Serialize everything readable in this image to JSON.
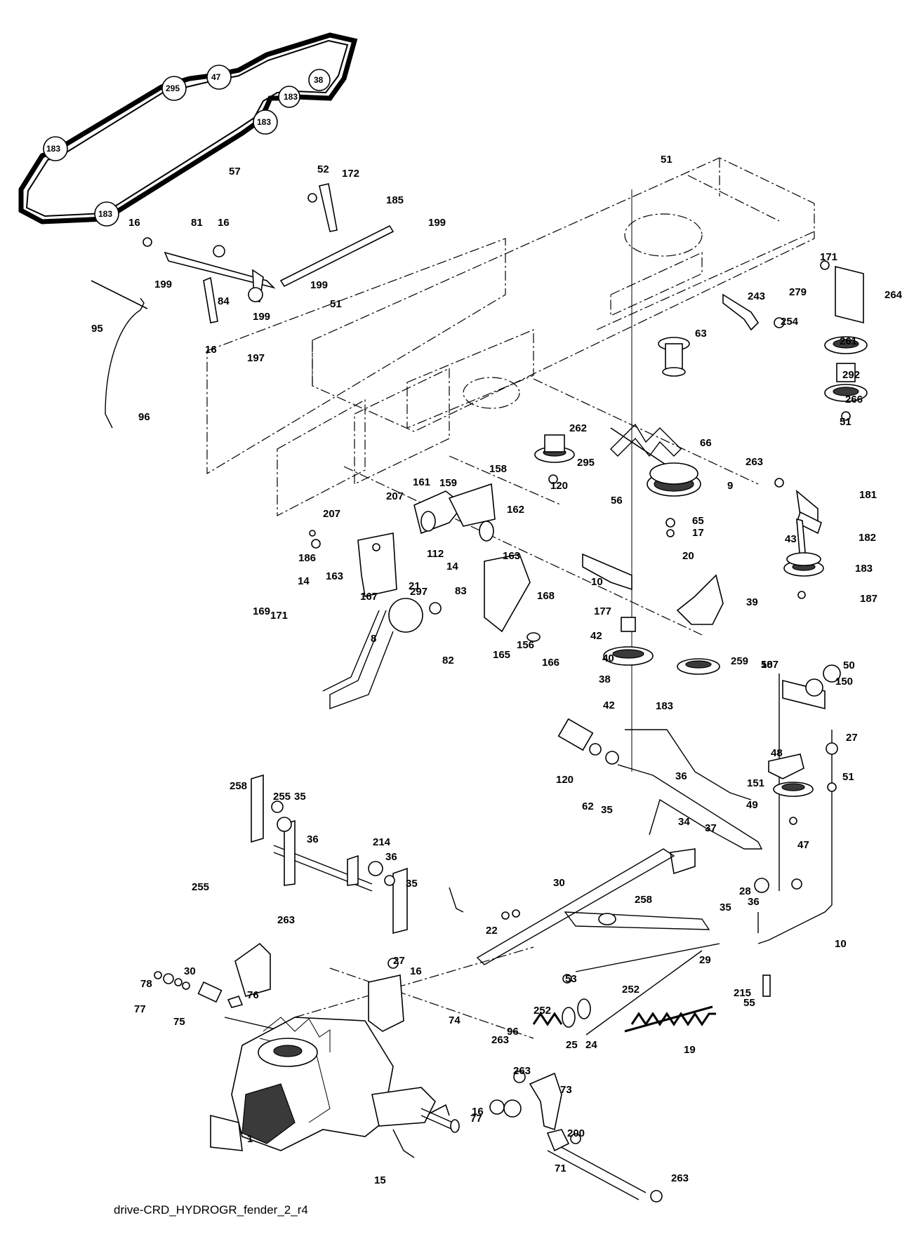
{
  "caption": "drive-CRD_HYDROGR_fender_2_r4",
  "belt_labels": [
    "183",
    "295",
    "47",
    "38",
    "183",
    "183",
    "183"
  ],
  "part_labels": [
    "57",
    "52",
    "172",
    "185",
    "199",
    "16",
    "81",
    "16",
    "199",
    "199",
    "51",
    "84",
    "199",
    "16",
    "197",
    "95",
    "96",
    "51",
    "171",
    "279",
    "264",
    "243",
    "254",
    "63",
    "261",
    "292",
    "266",
    "51",
    "262",
    "66",
    "295",
    "120",
    "56",
    "263",
    "9",
    "181",
    "65",
    "17",
    "20",
    "182",
    "43",
    "183",
    "187",
    "158",
    "161",
    "159",
    "207",
    "207",
    "162",
    "186",
    "14",
    "163",
    "112",
    "14",
    "163",
    "83",
    "167",
    "297",
    "169",
    "171",
    "21",
    "8",
    "82",
    "165",
    "156",
    "168",
    "166",
    "10",
    "177",
    "42",
    "40",
    "38",
    "42",
    "39",
    "259",
    "183",
    "187",
    "50",
    "50",
    "150",
    "48",
    "27",
    "151",
    "51",
    "49",
    "47",
    "120",
    "62",
    "35",
    "36",
    "34",
    "37",
    "258",
    "255",
    "35",
    "36",
    "214",
    "36",
    "35",
    "255",
    "263",
    "30",
    "22",
    "258",
    "28",
    "36",
    "35",
    "10",
    "53",
    "29",
    "252",
    "215",
    "27",
    "16",
    "30",
    "78",
    "76",
    "77",
    "75",
    "74",
    "263",
    "96",
    "252",
    "25",
    "24",
    "19",
    "55",
    "263",
    "73",
    "16",
    "77",
    "200",
    "1",
    "15",
    "71",
    "263"
  ]
}
